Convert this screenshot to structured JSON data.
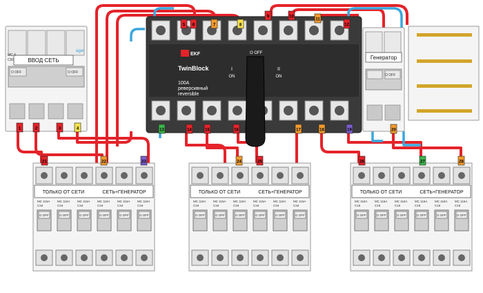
{
  "input_breaker": {
    "label": "ВВОД СЕТЬ",
    "brand": "MC 4",
    "rating": "C50",
    "tag": "ager",
    "off": "O OFF"
  },
  "generator_breaker": {
    "label": "Генератор",
    "off": "O OFF"
  },
  "switch": {
    "brand": "EKF",
    "model": "TwinBlock",
    "rating": "100A",
    "type_ru": "реверсивный",
    "type_en": "reversible",
    "pos_off": "O OFF",
    "pos_1": "I",
    "pos_1_sub": "ON",
    "pos_2": "II",
    "pos_2_sub": "ON"
  },
  "modules": [
    {
      "group_left": "ТОЛЬКО ОТ СЕТИ",
      "group_right": "СЕТЬ+ГЕНЕРАТОР"
    },
    {
      "group_left": "ТОЛЬКО ОТ СЕТИ",
      "group_right": "СЕТЬ+ГЕНЕРАТОР"
    },
    {
      "group_left": "ТОЛЬКО ОТ СЕТИ",
      "group_right": "СЕТЬ+ГЕНЕРАТОР"
    }
  ],
  "small_breaker": {
    "brand": "MC 116A",
    "rating": "C16",
    "off": "O OFF"
  },
  "wire_tags": [
    "1",
    "2",
    "3",
    "4",
    "5",
    "6",
    "7",
    "8",
    "9",
    "10",
    "11",
    "12",
    "13",
    "14",
    "15",
    "16",
    "17",
    "18",
    "19",
    "20",
    "21",
    "22",
    "23",
    "24",
    "25",
    "26",
    "27",
    "28"
  ],
  "colors": {
    "red_wire": "#e4232a",
    "blue_wire": "#3aa7dc",
    "switch_body": "#3a3a3a",
    "tag_green": "#3cb44b",
    "tag_orange": "#f29a2e",
    "tag_yellow": "#f4e04d",
    "tag_purple": "#7a5cc9"
  }
}
